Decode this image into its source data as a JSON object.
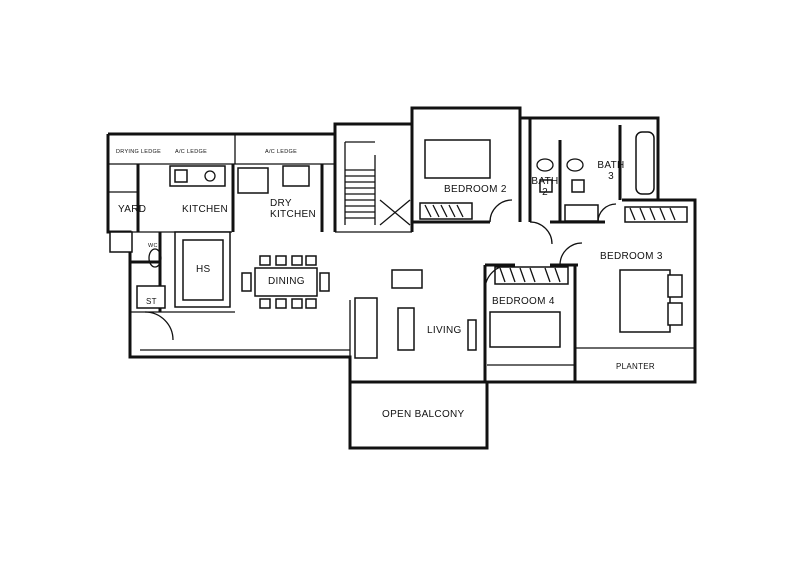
{
  "rooms": {
    "drying_ledge": "DRYING LEDGE",
    "ac_ledge_1": "A/C LEDGE",
    "ac_ledge_2": "A/C LEDGE",
    "yard": "YARD",
    "kitchen": "KITCHEN",
    "dry_kitchen": "DRY KITCHEN",
    "wc": "WC",
    "store": "ST",
    "household_shelter": "HS",
    "dining": "DINING",
    "living": "LIVING",
    "bedroom_2": "BEDROOM 2",
    "bath_2": "BATH 2",
    "bath_3": "BATH 3",
    "bedroom_3": "BEDROOM 3",
    "bedroom_4": "BEDROOM 4",
    "planter": "PLANTER",
    "open_balcony": "OPEN BALCONY"
  }
}
